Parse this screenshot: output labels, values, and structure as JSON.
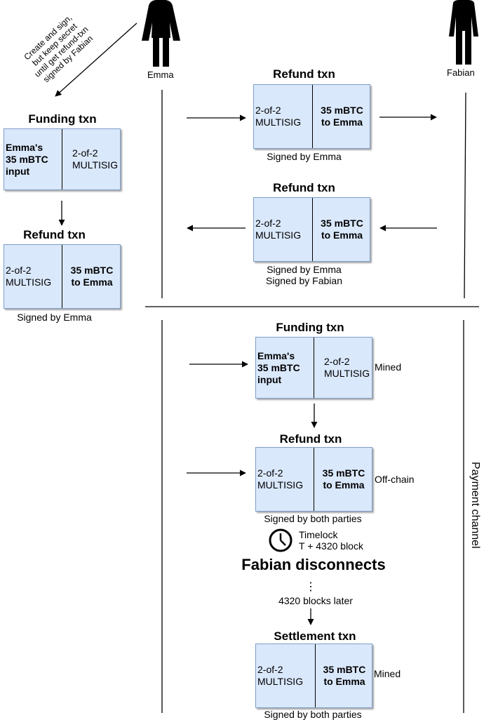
{
  "people": {
    "emma": "Emma",
    "fabian": "Fabian"
  },
  "note": [
    "Create and sign,",
    "but keep secret",
    "until get refund-txn",
    "signed by Fabian"
  ],
  "left_funding": {
    "title": "Funding txn",
    "input": [
      "Emma's",
      "35 mBTC",
      "input"
    ],
    "output": [
      "2-of-2",
      "MULTISIG"
    ]
  },
  "left_refund": {
    "title": "Refund txn",
    "input": [
      "2-of-2",
      "MULTISIG"
    ],
    "output": [
      "35 mBTC",
      "to Emma"
    ],
    "caption": "Signed by Emma"
  },
  "refund_1": {
    "title": "Refund txn",
    "input": [
      "2-of-2",
      "MULTISIG"
    ],
    "output": [
      "35 mBTC",
      "to Emma"
    ],
    "caption": "Signed by Emma"
  },
  "refund_2": {
    "title": "Refund txn",
    "input": [
      "2-of-2",
      "MULTISIG"
    ],
    "output": [
      "35 mBTC",
      "to Emma"
    ],
    "caption1": "Signed by Emma",
    "caption2": "Signed by Fabian"
  },
  "funding_2": {
    "title": "Funding txn",
    "input": [
      "Emma's",
      "35 mBTC",
      "input"
    ],
    "output": [
      "2-of-2",
      "MULTISIG"
    ],
    "status": "Mined"
  },
  "refund_3": {
    "title": "Refund txn",
    "input": [
      "2-of-2",
      "MULTISIG"
    ],
    "output": [
      "35 mBTC",
      "to Emma"
    ],
    "status": "Off-chain",
    "caption": "Signed by both parties"
  },
  "timelock": {
    "line1": "Timelock",
    "line2": "T + 4320 block"
  },
  "disconnect": "Fabian disconnects",
  "ellipsis": "⋮",
  "later": "4320 blocks later",
  "settlement": {
    "title": "Settlement txn",
    "input": [
      "2-of-2",
      "MULTISIG"
    ],
    "output": [
      "35 mBTC",
      "to Emma"
    ],
    "status": "Mined",
    "caption": "Signed by both parties"
  },
  "channel_label": "Payment channel"
}
